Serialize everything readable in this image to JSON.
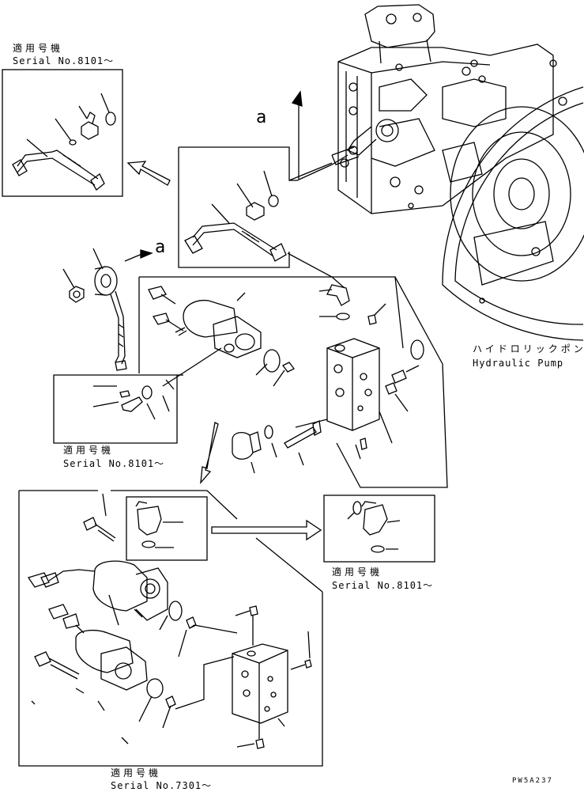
{
  "labels": {
    "top_left_jp": "適用号機",
    "top_left_serial": "Serial No.8101～",
    "mid_left_jp": "適用号機",
    "mid_left_serial": "Serial No.8101～",
    "right_jp": "適用号機",
    "right_serial": "Serial No.8101～",
    "bottom_jp": "適用号機",
    "bottom_serial": "Serial No.7301～",
    "pump_jp": "ハイドロリックポンプ",
    "pump_en": "Hydraulic Pump",
    "ref_a_1": "a",
    "ref_a_2": "a",
    "drawing_code": "PW5A237"
  },
  "colors": {
    "line": "#000000",
    "background": "#ffffff"
  }
}
